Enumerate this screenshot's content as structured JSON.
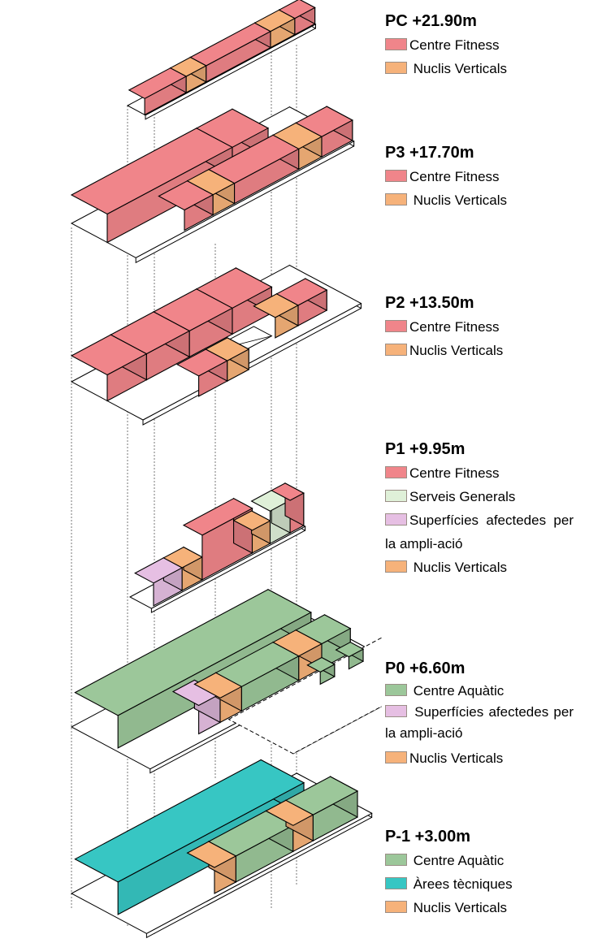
{
  "colors": {
    "fitness": "#f0858a",
    "nuclis": "#f6b27a",
    "serveis": "#dff0d8",
    "superficies": "#e6bfe3",
    "aquatic": "#9cc79a",
    "tecniques": "#37c6c3",
    "white": "#ffffff",
    "line": "#000000"
  },
  "levels": [
    {
      "id": "pc",
      "title": "PC +21.90m",
      "items": [
        {
          "swatch": "fitness",
          "label": "Centre Fitness"
        },
        {
          "swatch": "nuclis",
          "label": " Nuclis Verticals"
        }
      ]
    },
    {
      "id": "p3",
      "title": "P3 +17.70m",
      "items": [
        {
          "swatch": "fitness",
          "label": "Centre Fitness"
        },
        {
          "swatch": "nuclis",
          "label": " Nuclis Verticals"
        }
      ]
    },
    {
      "id": "p2",
      "title": "P2 +13.50m",
      "items": [
        {
          "swatch": "fitness",
          "label": "Centre Fitness"
        },
        {
          "swatch": "nuclis",
          "label": "Nuclis Verticals"
        }
      ]
    },
    {
      "id": "p1",
      "title": "P1 +9.95m",
      "items": [
        {
          "swatch": "fitness",
          "label": "Centre Fitness"
        },
        {
          "swatch": "serveis",
          "label": "Serveis Generals"
        },
        {
          "swatch": "superficies",
          "label": "Superfícies afectedes per la ampli-ació"
        },
        {
          "swatch": "nuclis",
          "label": " Nuclis Verticals"
        }
      ]
    },
    {
      "id": "p0",
      "title": "P0 +6.60m",
      "items": [
        {
          "swatch": "aquatic",
          "label": " Centre Aquàtic"
        },
        {
          "swatch": "superficies",
          "label": " Superfícies afectedes per la ampli-ació"
        },
        {
          "swatch": "nuclis",
          "label": "Nuclis Verticals"
        }
      ]
    },
    {
      "id": "pm1",
      "title": "P-1 +3.00m",
      "items": [
        {
          "swatch": "aquatic",
          "label": " Centre Aquàtic"
        },
        {
          "swatch": "tecniques",
          "label": " Àrees tècniques"
        },
        {
          "swatch": "nuclis",
          "label": " Nuclis Verticals"
        }
      ]
    }
  ]
}
